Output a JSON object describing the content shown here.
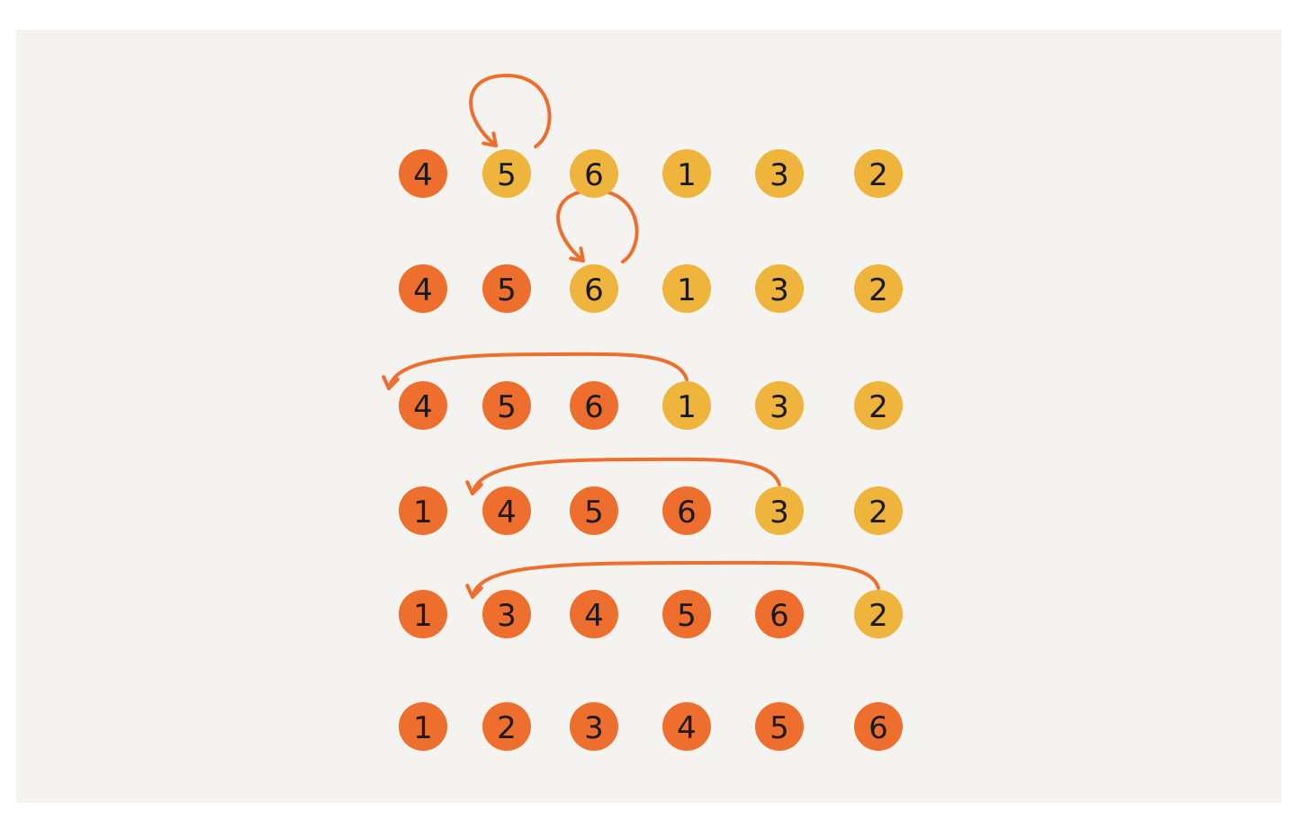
{
  "colors": {
    "sorted": "#ee6f2d",
    "unsorted": "#eeb43c",
    "arrow": "#ee6f2d",
    "background": "#f5f3ef",
    "digit": "#1a1a1a"
  },
  "rows": [
    {
      "nodes": [
        {
          "label": "4",
          "state": "sorted"
        },
        {
          "label": "5",
          "state": "unsorted"
        },
        {
          "label": "6",
          "state": "unsorted"
        },
        {
          "label": "1",
          "state": "unsorted"
        },
        {
          "label": "3",
          "state": "unsorted"
        },
        {
          "label": "2",
          "state": "unsorted"
        }
      ],
      "arrow": {
        "from": 1,
        "to": 1
      }
    },
    {
      "nodes": [
        {
          "label": "4",
          "state": "sorted"
        },
        {
          "label": "5",
          "state": "sorted"
        },
        {
          "label": "6",
          "state": "unsorted"
        },
        {
          "label": "1",
          "state": "unsorted"
        },
        {
          "label": "3",
          "state": "unsorted"
        },
        {
          "label": "2",
          "state": "unsorted"
        }
      ],
      "arrow": {
        "from": 2,
        "to": 2
      }
    },
    {
      "nodes": [
        {
          "label": "4",
          "state": "sorted"
        },
        {
          "label": "5",
          "state": "sorted"
        },
        {
          "label": "6",
          "state": "sorted"
        },
        {
          "label": "1",
          "state": "unsorted"
        },
        {
          "label": "3",
          "state": "unsorted"
        },
        {
          "label": "2",
          "state": "unsorted"
        }
      ],
      "arrow": {
        "from": 3,
        "to": 0
      }
    },
    {
      "nodes": [
        {
          "label": "1",
          "state": "sorted"
        },
        {
          "label": "4",
          "state": "sorted"
        },
        {
          "label": "5",
          "state": "sorted"
        },
        {
          "label": "6",
          "state": "sorted"
        },
        {
          "label": "3",
          "state": "unsorted"
        },
        {
          "label": "2",
          "state": "unsorted"
        }
      ],
      "arrow": {
        "from": 4,
        "to": 1
      }
    },
    {
      "nodes": [
        {
          "label": "1",
          "state": "sorted"
        },
        {
          "label": "3",
          "state": "sorted"
        },
        {
          "label": "4",
          "state": "sorted"
        },
        {
          "label": "5",
          "state": "sorted"
        },
        {
          "label": "6",
          "state": "sorted"
        },
        {
          "label": "2",
          "state": "unsorted"
        }
      ],
      "arrow": {
        "from": 5,
        "to": 1
      }
    },
    {
      "nodes": [
        {
          "label": "1",
          "state": "sorted"
        },
        {
          "label": "2",
          "state": "sorted"
        },
        {
          "label": "3",
          "state": "sorted"
        },
        {
          "label": "4",
          "state": "sorted"
        },
        {
          "label": "5",
          "state": "sorted"
        },
        {
          "label": "6",
          "state": "sorted"
        }
      ],
      "arrow": null
    }
  ]
}
